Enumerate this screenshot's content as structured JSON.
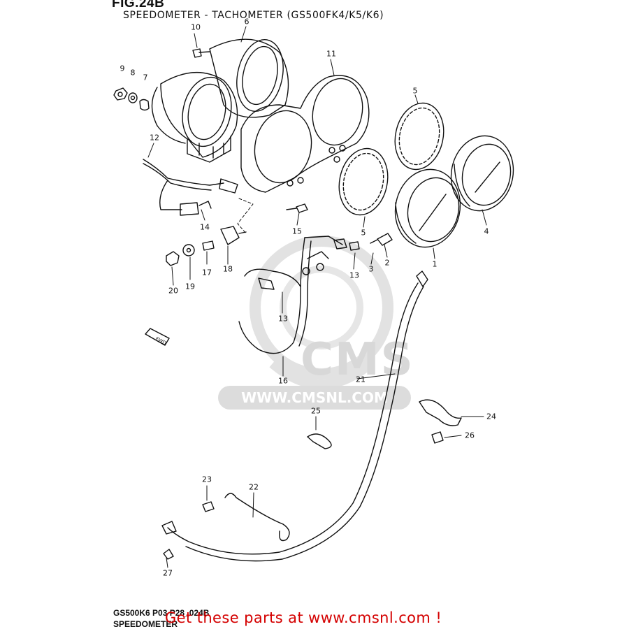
{
  "header": {
    "fig_label": "FIG.24B",
    "subtitle": "SPEEDOMETER - TACHOMETER (GS500FK4/K5/K6)"
  },
  "callouts": [
    {
      "n": "1"
    },
    {
      "n": "2"
    },
    {
      "n": "3"
    },
    {
      "n": "4"
    },
    {
      "n": "5"
    },
    {
      "n": "5"
    },
    {
      "n": "6"
    },
    {
      "n": "7"
    },
    {
      "n": "8"
    },
    {
      "n": "9"
    },
    {
      "n": "10"
    },
    {
      "n": "11"
    },
    {
      "n": "12"
    },
    {
      "n": "13"
    },
    {
      "n": "13"
    },
    {
      "n": "14"
    },
    {
      "n": "15"
    },
    {
      "n": "16"
    },
    {
      "n": "17"
    },
    {
      "n": "18"
    },
    {
      "n": "19"
    },
    {
      "n": "20"
    },
    {
      "n": "21"
    },
    {
      "n": "22"
    },
    {
      "n": "23"
    },
    {
      "n": "24"
    },
    {
      "n": "25"
    },
    {
      "n": "26"
    },
    {
      "n": "27"
    }
  ],
  "fwd_label": "FWD",
  "watermark": {
    "brand": "CMS",
    "url": "WWW.CMSNL.COM"
  },
  "footer": {
    "code": "GS500K6 P03 P28_024B",
    "name": "SPEEDOMETER",
    "cta": "Get these parts at www.cmsnl.com !"
  }
}
